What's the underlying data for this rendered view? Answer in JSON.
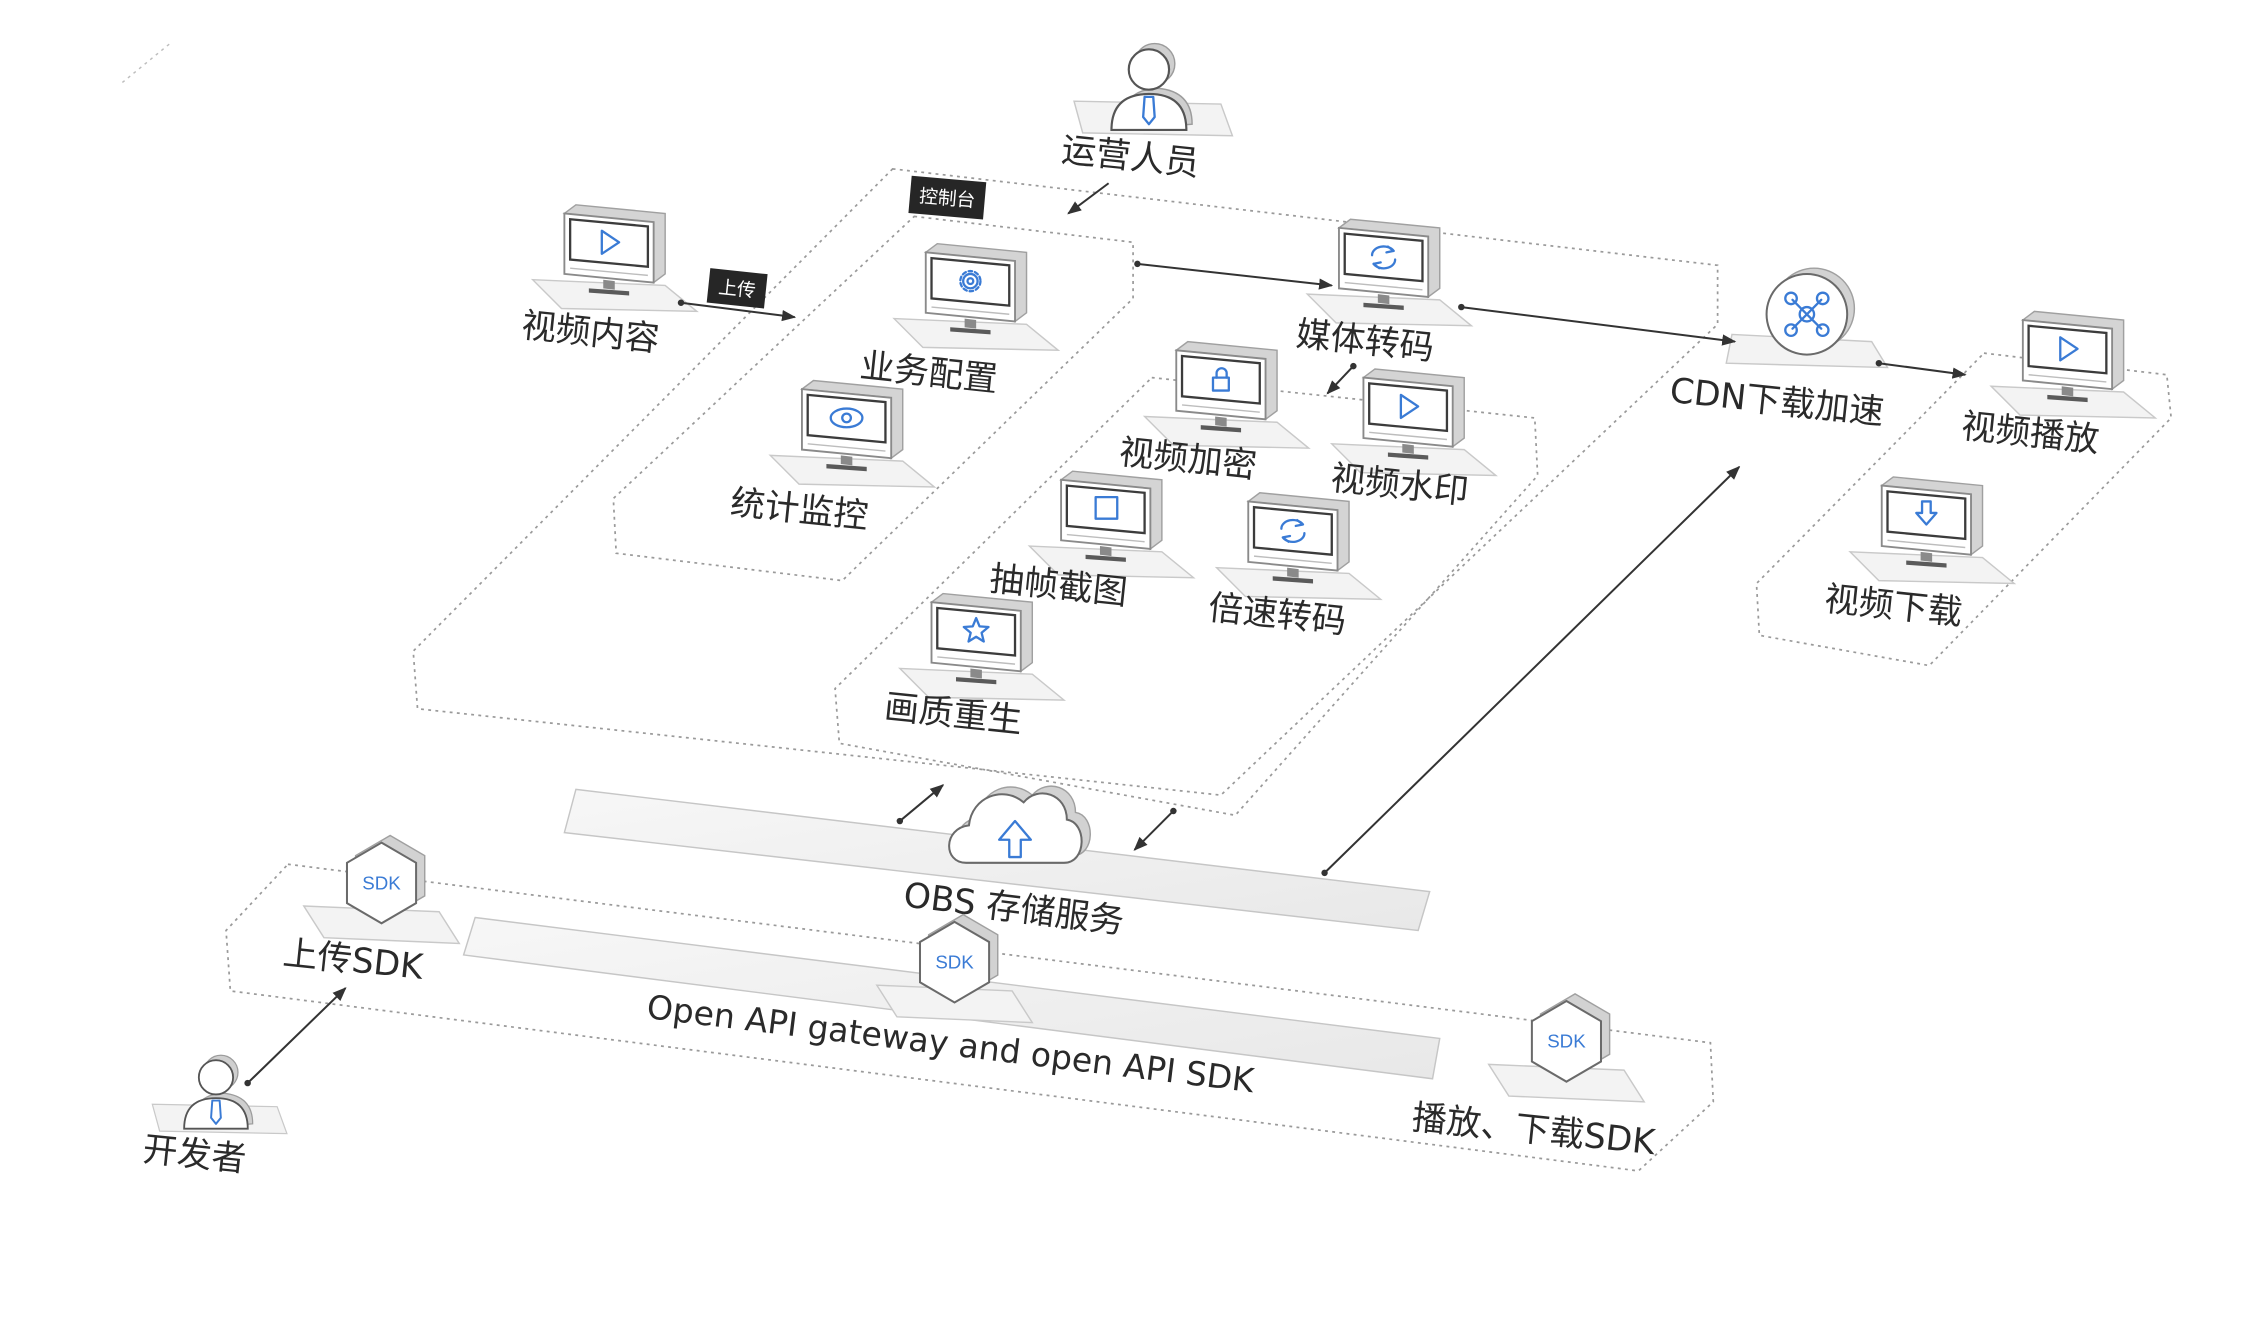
{
  "colors": {
    "accent": "#3a7bd5",
    "tag_background": "#262626",
    "line": "#333333"
  },
  "operator": {
    "label": "运营人员"
  },
  "developer": {
    "label": "开发者"
  },
  "console": {
    "tag": "控制台"
  },
  "upload": {
    "tag": "上传"
  },
  "nodes": {
    "video_content": "视频内容",
    "business_config": "业务配置",
    "stats_monitoring": "统计监控",
    "media_transcoding": "媒体转码",
    "video_encryption": "视频加密",
    "video_watermark": "视频水印",
    "frame_capture": "抽帧截图",
    "speed_transcoding": "倍速转码",
    "quality_enhancement": "画质重生",
    "cdn": "CDN下载加速",
    "video_playback": "视频播放",
    "video_download": "视频下载"
  },
  "storage": {
    "label": "OBS 存储服务"
  },
  "gateway": {
    "label": "Open API gateway and open API SDK"
  },
  "sdk": {
    "badge": "SDK",
    "upload_sdk": "上传SDK",
    "play_download_sdk": "播放、下载SDK"
  }
}
